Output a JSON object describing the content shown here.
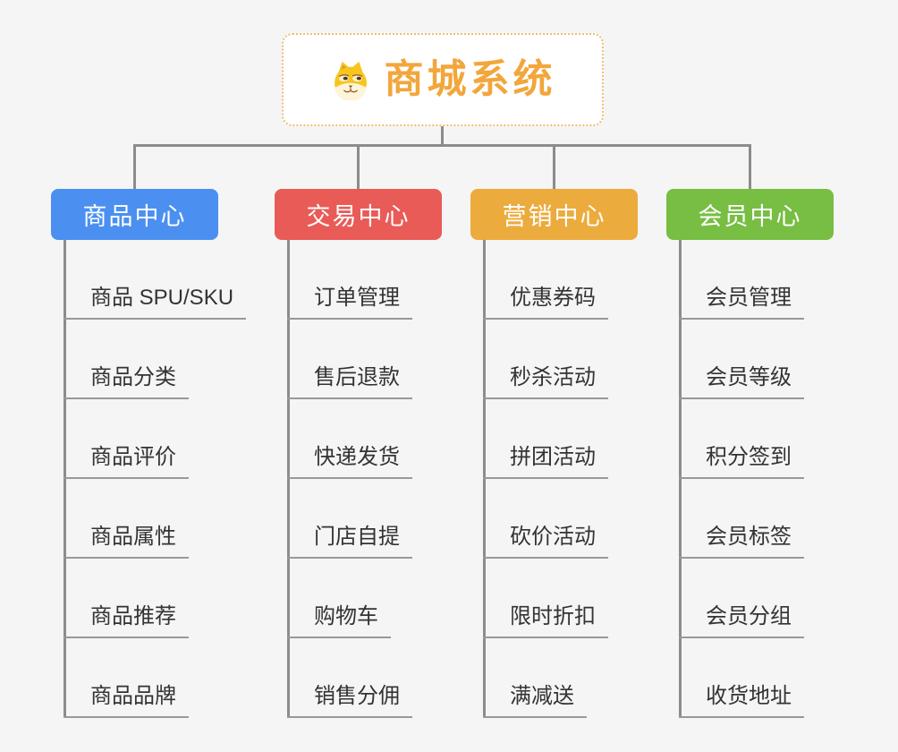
{
  "background": "#F5F5F5",
  "connector_color": "#8C8C8C",
  "root": {
    "title": "商城系统",
    "icon": "shiba-dog-icon",
    "title_color": "#F2A63B",
    "border_color": "#EFBE72"
  },
  "branches": [
    {
      "label": "商品中心",
      "color": "#4B90F0",
      "items": [
        "商品 SPU/SKU",
        "商品分类",
        "商品评价",
        "商品属性",
        "商品推荐",
        "商品品牌"
      ]
    },
    {
      "label": "交易中心",
      "color": "#E95B57",
      "items": [
        "订单管理",
        "售后退款",
        "快递发货",
        "门店自提",
        "购物车",
        "销售分佣"
      ]
    },
    {
      "label": "营销中心",
      "color": "#ECAB3D",
      "items": [
        "优惠券码",
        "秒杀活动",
        "拼团活动",
        "砍价活动",
        "限时折扣",
        "满减送"
      ]
    },
    {
      "label": "会员中心",
      "color": "#77BE43",
      "items": [
        "会员管理",
        "会员等级",
        "积分签到",
        "会员标签",
        "会员分组",
        "收货地址"
      ]
    }
  ]
}
